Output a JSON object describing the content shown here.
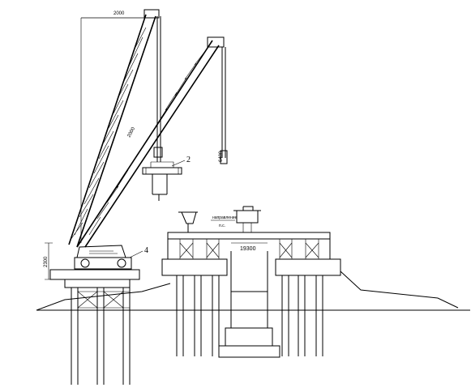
{
  "drawing": {
    "callouts": {
      "callout_2": "2",
      "callout_4": "4"
    },
    "dimensions": {
      "top_span": "2000",
      "left_height": "2300",
      "boom_length": "2000",
      "right_hook_height": "6400",
      "deck_span": "19300"
    },
    "deck_note": {
      "line_1": "направление",
      "line_2": "п.с."
    }
  }
}
